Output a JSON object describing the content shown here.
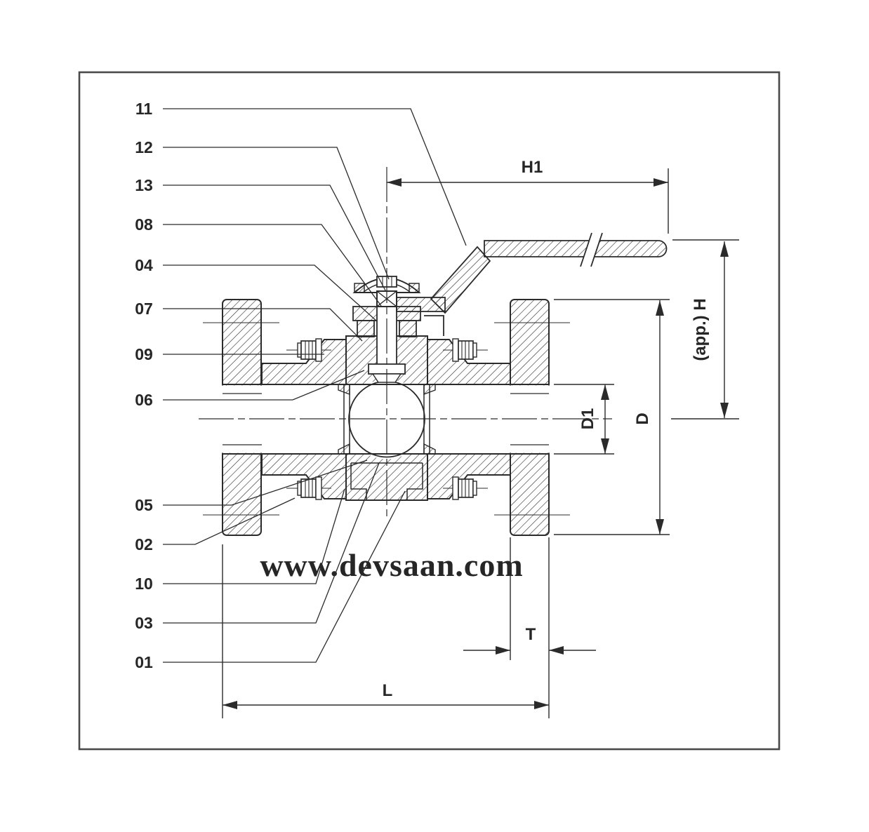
{
  "callouts": [
    {
      "label": "11"
    },
    {
      "label": "12"
    },
    {
      "label": "13"
    },
    {
      "label": "08"
    },
    {
      "label": "04"
    },
    {
      "label": "07"
    },
    {
      "label": "09"
    },
    {
      "label": "06"
    },
    {
      "label": "05"
    },
    {
      "label": "02"
    },
    {
      "label": "10"
    },
    {
      "label": "03"
    },
    {
      "label": "01"
    }
  ],
  "dimensions": {
    "h1": "H1",
    "h_app": "(app.) H",
    "d": "D",
    "d1": "D1",
    "t": "T",
    "l": "L"
  },
  "watermark": {
    "text": "www.devsaan.com",
    "color": "#e31019"
  },
  "colors": {
    "line": "#2b2b2b",
    "frame": "#4a4a4a",
    "background": "#ffffff",
    "watermark_red": "#e31019"
  }
}
